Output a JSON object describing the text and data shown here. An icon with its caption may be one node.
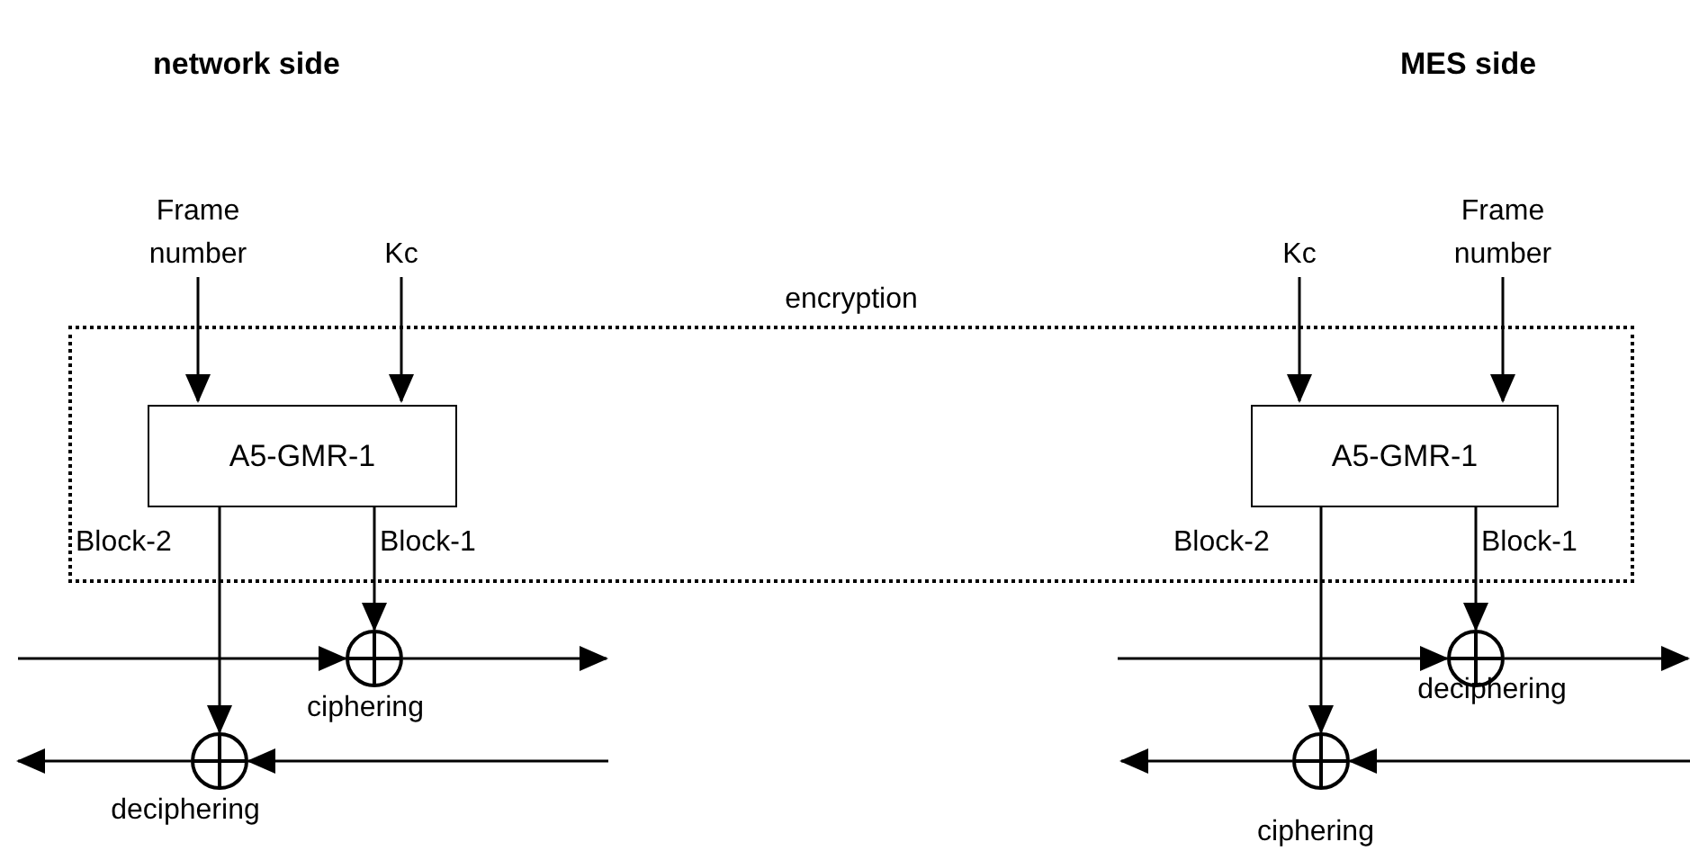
{
  "diagram": {
    "nodes": [
      {
        "text": [
          "encryption"
        ]
      },
      {
        "text": [
          "Frame number"
        ]
      },
      {
        "text": [
          "Kc"
        ]
      },
      {
        "text": [
          "A5-GMR-1"
        ],
        "in": 0
      },
      {
        "text": [],
        "shape": "circle",
        "beside": [
          "ciphering"
        ]
      },
      {
        "text": [],
        "shape": "circle",
        "beside": [
          "deciphering"
        ]
      },
      {
        "text": [
          "Kc"
        ]
      },
      {
        "text": [
          "Frame number"
        ]
      },
      {
        "text": [
          "A5-GMR-1"
        ],
        "in": 0
      },
      {
        "text": [],
        "shape": "circle",
        "beside": [
          "deciphering"
        ]
      },
      {
        "text": [],
        "shape": "circle",
        "beside": [
          "ciphering"
        ]
      }
    ],
    "edges": [
      {
        "from": 1,
        "to": 3,
        "arrow": "to"
      },
      {
        "from": 2,
        "to": 3,
        "arrow": "to"
      },
      {
        "from": 3,
        "to": 4,
        "arrow": "to",
        "label": "Block-1"
      },
      {
        "from": 3,
        "to": 5,
        "arrow": "to",
        "label": "Block-2"
      },
      {
        "from": null,
        "to": 4,
        "arrow": "to"
      },
      {
        "from": 4,
        "to": null,
        "arrow": "to"
      },
      {
        "from": null,
        "to": 5,
        "arrow": "to"
      },
      {
        "from": 5,
        "to": null,
        "arrow": "to"
      },
      {
        "from": 6,
        "to": 8,
        "arrow": "to"
      },
      {
        "from": 7,
        "to": 8,
        "arrow": "to"
      },
      {
        "from": 8,
        "to": 9,
        "arrow": "to",
        "label": "Block-1"
      },
      {
        "from": 8,
        "to": 10,
        "arrow": "to",
        "label": "Block-2"
      },
      {
        "from": null,
        "to": 9,
        "arrow": "to"
      },
      {
        "from": 9,
        "to": null,
        "arrow": "to"
      },
      {
        "from": null,
        "to": 10,
        "arrow": "to"
      },
      {
        "from": 10,
        "to": null,
        "arrow": "to"
      }
    ],
    "labels": [
      "network side",
      "MES side"
    ]
  }
}
